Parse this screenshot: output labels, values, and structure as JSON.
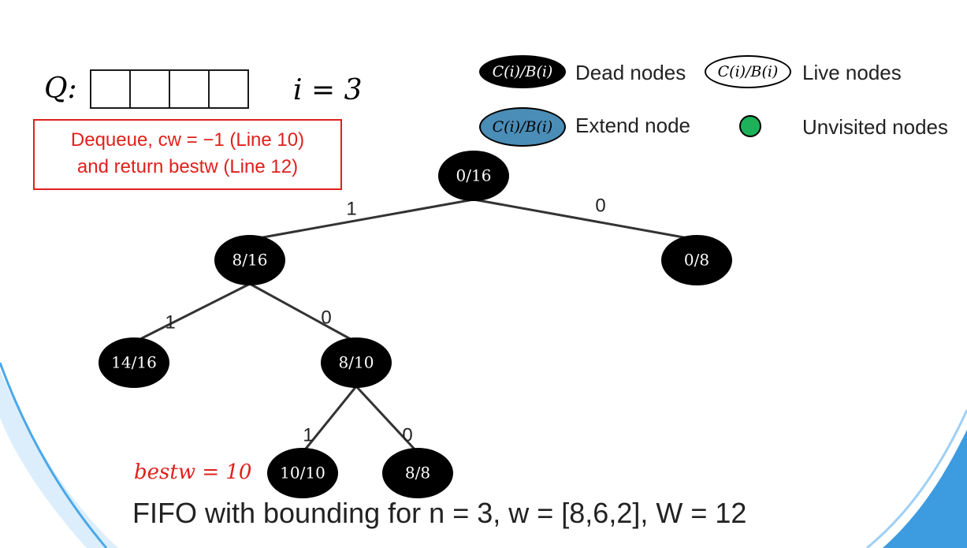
{
  "queue": {
    "label": "Q:",
    "cells": [
      "",
      "",
      "",
      ""
    ]
  },
  "iteration": "i = 3",
  "note": {
    "line1": "Dequeue, cw = −1 (Line 10)",
    "line2": "and return bestw (Line 12)"
  },
  "legend": {
    "dead": {
      "glyph": "C(i)/B(i)",
      "label": "Dead nodes"
    },
    "live": {
      "glyph": "C(i)/B(i)",
      "label": "Live nodes"
    },
    "extend": {
      "glyph": "C(i)/B(i)",
      "label": "Extend node"
    },
    "unvisited": {
      "label": "Unvisited nodes"
    }
  },
  "tree": {
    "nodes": [
      {
        "id": "n0",
        "label": "0/16",
        "state": "dead"
      },
      {
        "id": "n1",
        "label": "8/16",
        "state": "dead"
      },
      {
        "id": "n2",
        "label": "0/8",
        "state": "dead"
      },
      {
        "id": "n3",
        "label": "14/16",
        "state": "dead"
      },
      {
        "id": "n4",
        "label": "8/10",
        "state": "dead"
      },
      {
        "id": "n5",
        "label": "10/10",
        "state": "dead"
      },
      {
        "id": "n6",
        "label": "8/8",
        "state": "dead"
      }
    ],
    "edges": [
      {
        "from": "n0",
        "to": "n1",
        "label": "1"
      },
      {
        "from": "n0",
        "to": "n2",
        "label": "0"
      },
      {
        "from": "n1",
        "to": "n3",
        "label": "1"
      },
      {
        "from": "n1",
        "to": "n4",
        "label": "0"
      },
      {
        "from": "n4",
        "to": "n5",
        "label": "1"
      },
      {
        "from": "n4",
        "to": "n6",
        "label": "0"
      }
    ]
  },
  "bestw": "bestw = 10",
  "caption": "FIFO with bounding for n = 3, w = [8,6,2], W = 12",
  "colors": {
    "dead": "#000000",
    "extend": "#4a8db7",
    "unvisited": "#1db25a",
    "note": "#e0201c",
    "accent_wave": "#4aa8e8"
  }
}
